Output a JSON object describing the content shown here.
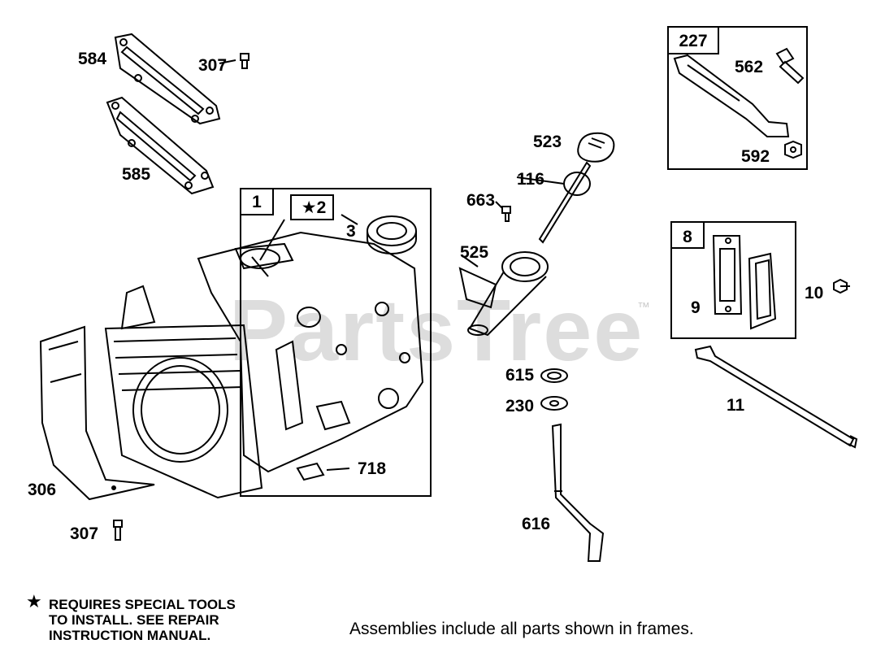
{
  "watermark": "PartsTree",
  "watermark_tm": "™",
  "callouts": {
    "c584": "584",
    "c307a": "307",
    "c585": "585",
    "c1": "1",
    "c2": "2",
    "c3": "3",
    "c718": "718",
    "c306": "306",
    "c307b": "307",
    "c523": "523",
    "c116": "116",
    "c663": "663",
    "c525": "525",
    "c615": "615",
    "c230": "230",
    "c616": "616",
    "c227": "227",
    "c562": "562",
    "c592": "592",
    "c8": "8",
    "c9": "9",
    "c10": "10",
    "c11": "11"
  },
  "star_symbol": "★",
  "note_lines": [
    "REQUIRES SPECIAL TOOLS",
    "TO INSTALL.  SEE REPAIR",
    "INSTRUCTION MANUAL."
  ],
  "caption": "Assemblies include all parts shown in frames."
}
